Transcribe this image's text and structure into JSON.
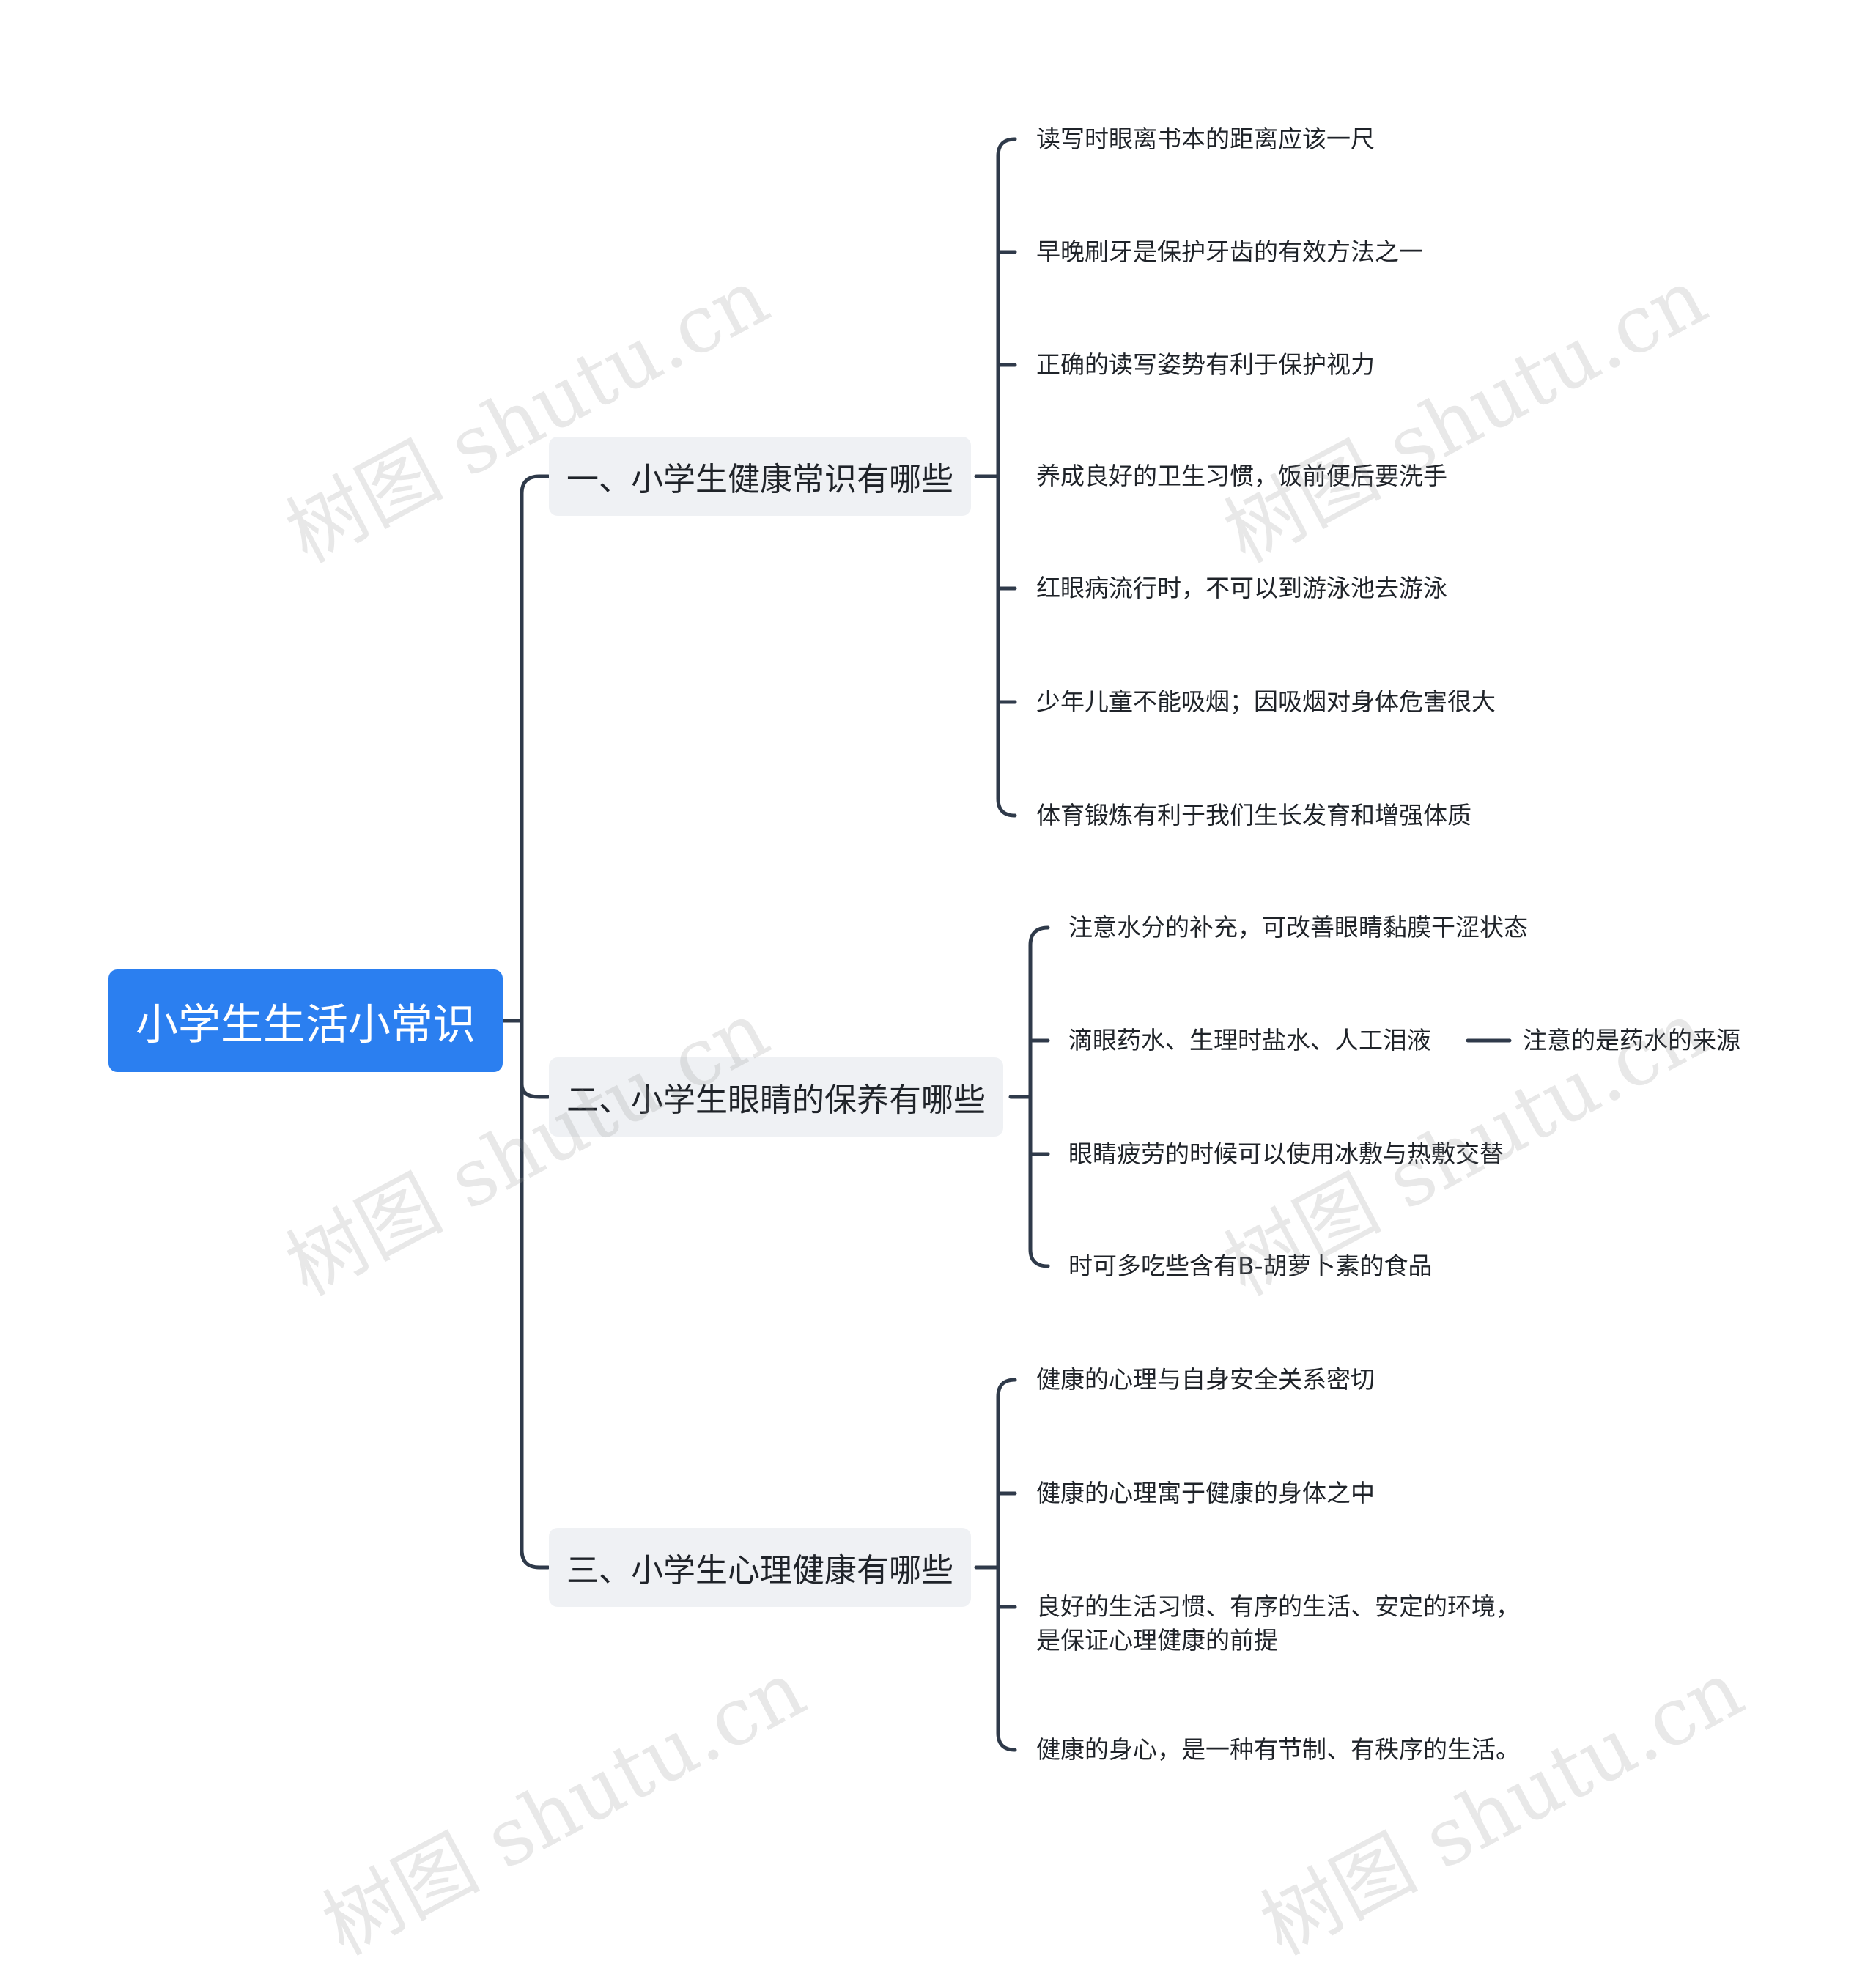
{
  "root": {
    "title": "小学生生活小常识"
  },
  "branches": [
    {
      "title": "一、小学生健康常识有哪些",
      "items": [
        "读写时眼离书本的距离应该一尺",
        "早晚刷牙是保护牙齿的有效方法之一",
        "正确的读写姿势有利于保护视力",
        "养成良好的卫生习惯，饭前便后要洗手",
        "红眼病流行时，不可以到游泳池去游泳",
        "少年儿童不能吸烟；因吸烟对身体危害很大",
        "体育锻炼有利于我们生长发育和增强体质"
      ]
    },
    {
      "title": "二、小学生眼睛的保养有哪些",
      "items": [
        "注意水分的补充，可改善眼睛黏膜干涩状态",
        "滴眼药水、生理时盐水、人工泪液",
        "眼睛疲劳的时候可以使用冰敷与热敷交替",
        "时可多吃些含有B-胡萝卜素的食品"
      ],
      "sub_item": "注意的是药水的来源"
    },
    {
      "title": "三、小学生心理健康有哪些",
      "items": [
        "健康的心理与自身安全关系密切",
        "健康的心理寓于健康的身体之中",
        "良好的生活习惯、有序的生活、安定的环境，",
        "健康的身心，是一种有节制、有秩序的生活。"
      ],
      "item_continuation": "是保证心理健康的前提"
    }
  ],
  "watermark": "树图 shutu.cn",
  "colors": {
    "root_bg": "#2b7ff0",
    "branch_bg": "#eff1f4",
    "line": "#2f3a4a",
    "text": "#1f2329"
  }
}
